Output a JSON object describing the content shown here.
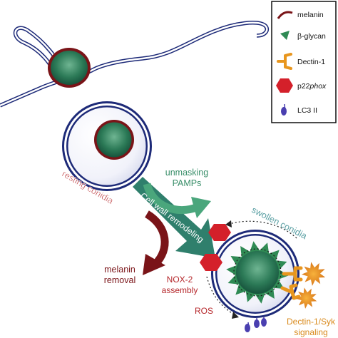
{
  "legend": {
    "items": [
      {
        "icon": "melanin-arc-icon",
        "label": "melanin"
      },
      {
        "icon": "beta-glycan-triangle-icon",
        "label": "β-glycan"
      },
      {
        "icon": "dectin-1-receptor-icon",
        "label": "Dectin-1"
      },
      {
        "icon": "p22phox-hexagon-icon",
        "label_prefix": "p22",
        "label_italic": "phox"
      },
      {
        "icon": "lc3-ii-icon",
        "label": "LC3 II"
      }
    ]
  },
  "labels": {
    "resting_conidia": "resting conidia",
    "cell_wall_remodeling": "Cell wall remodeling",
    "unmasking_line1": "unmasking",
    "unmasking_line2": "PAMPs",
    "melanin_removal_line1": "melanin",
    "melanin_removal_line2": "removal",
    "swollen_conidia": "swollen conidia",
    "nox2_line1": "NOX-2",
    "nox2_line2": "assembly",
    "ros": "ROS",
    "dectin_signal_line1": "Dectin-1/Syk",
    "dectin_signal_line2": "signaling"
  },
  "colors": {
    "membrane": "#1d2a78",
    "melanin": "#7a1418",
    "glycan": "#2f8a54",
    "arrow_teal": "#2f7f6c",
    "arrow_light_green": "#4aa67c",
    "arrow_maroon": "#7a1418",
    "dectin": "#e8961e",
    "p22phox": "#d4202a",
    "lc3": "#4a3fb0",
    "text_red": "#b5262a",
    "text_orange": "#d98a1c"
  }
}
